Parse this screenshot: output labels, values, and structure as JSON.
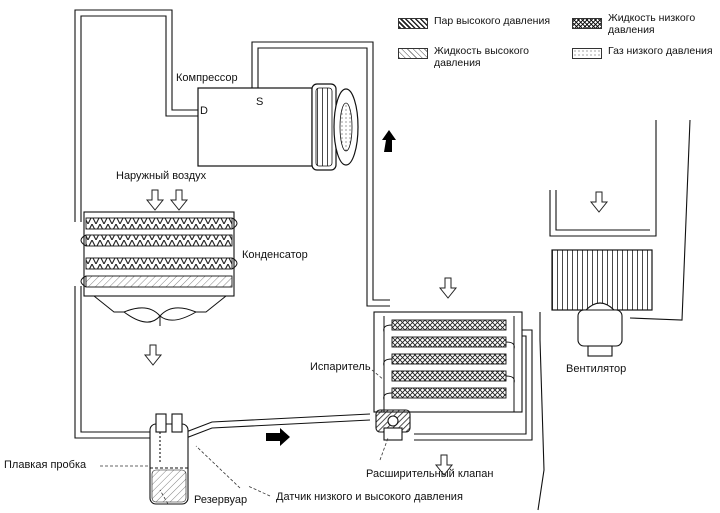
{
  "legend": [
    {
      "label": "Пар высокого давления",
      "pattern": "hatch-dense"
    },
    {
      "label": "Жидкость высокого давления",
      "pattern": "hatch-light"
    },
    {
      "label": "Жидкость низкого давления",
      "pattern": "cross-dense"
    },
    {
      "label": "Газ низкого давления",
      "pattern": "dots"
    }
  ],
  "labels": {
    "compressor": "Компрессор",
    "discharge_port": "D",
    "suction_port": "S",
    "outside_air": "Наружный воздух",
    "condenser": "Конденсатор",
    "evaporator": "Испаритель",
    "fan": "Вентилятор",
    "fusible_plug": "Плавкая пробка",
    "receiver": "Резервуар",
    "expansion_valve": "Расширительный клапан",
    "pressure_sensor": "Датчик низкого и высокого давления"
  },
  "colors": {
    "ink": "#111111",
    "background": "#ffffff",
    "arrow": "#000000"
  }
}
